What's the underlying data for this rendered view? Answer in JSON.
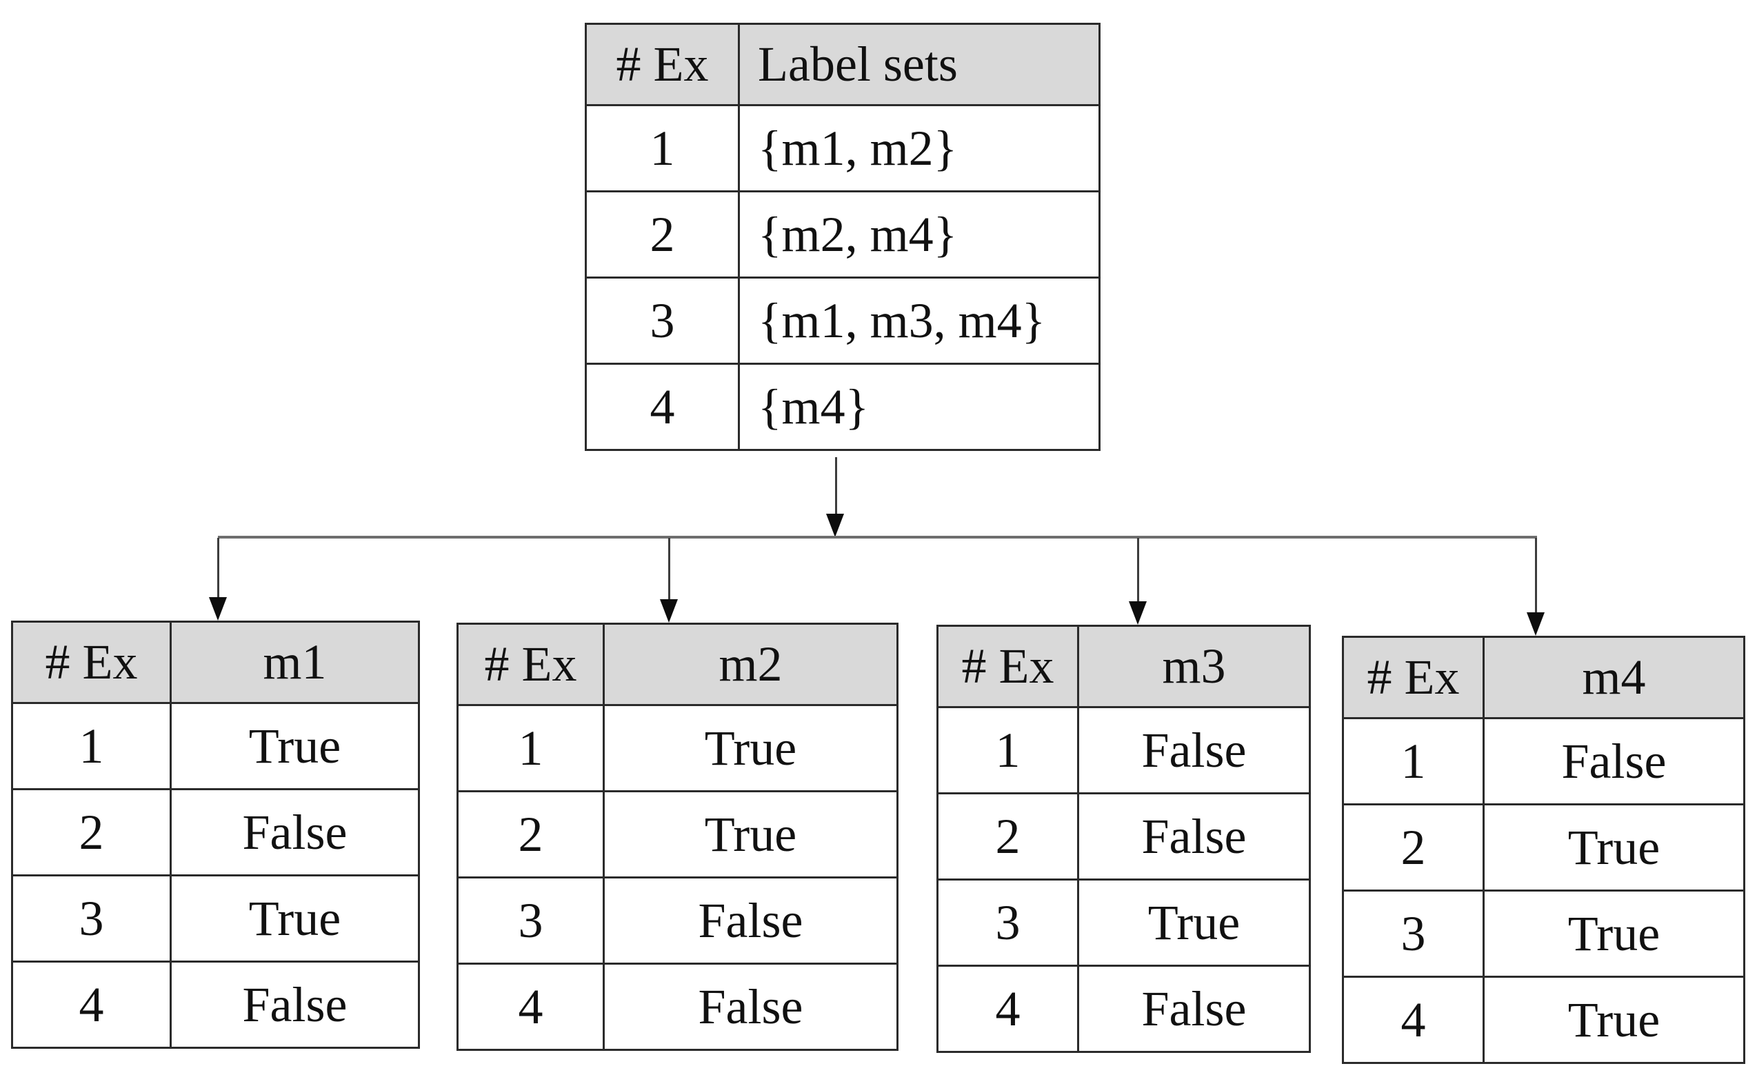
{
  "colors": {
    "background": "#ffffff",
    "header_bg": "#d9d9d9",
    "table_border": "#2b2b2b",
    "text": "#111111",
    "connector_line": "#3d3d3d",
    "branch_line": "#6e6e6e",
    "arrowhead": "#0d0d0d"
  },
  "top_table": {
    "headers": [
      "# Ex",
      "Label sets"
    ],
    "rows": [
      [
        "1",
        "{m1, m2}"
      ],
      [
        "2",
        "{m2, m4}"
      ],
      [
        "3",
        "{m1, m3, m4}"
      ],
      [
        "4",
        "{m4}"
      ]
    ]
  },
  "sub_tables": [
    {
      "headers": [
        "# Ex",
        "m1"
      ],
      "rows": [
        [
          "1",
          "True"
        ],
        [
          "2",
          "False"
        ],
        [
          "3",
          "True"
        ],
        [
          "4",
          "False"
        ]
      ]
    },
    {
      "headers": [
        "# Ex",
        "m2"
      ],
      "rows": [
        [
          "1",
          "True"
        ],
        [
          "2",
          "True"
        ],
        [
          "3",
          "False"
        ],
        [
          "4",
          "False"
        ]
      ]
    },
    {
      "headers": [
        "# Ex",
        "m3"
      ],
      "rows": [
        [
          "1",
          "False"
        ],
        [
          "2",
          "False"
        ],
        [
          "3",
          "True"
        ],
        [
          "4",
          "False"
        ]
      ]
    },
    {
      "headers": [
        "# Ex",
        "m4"
      ],
      "rows": [
        [
          "1",
          "False"
        ],
        [
          "2",
          "True"
        ],
        [
          "3",
          "True"
        ],
        [
          "4",
          "True"
        ]
      ]
    }
  ],
  "connector": {
    "type": "fan-out-down-arrows",
    "from": "Label sets",
    "to": [
      "m1",
      "m2",
      "m3",
      "m4"
    ]
  }
}
